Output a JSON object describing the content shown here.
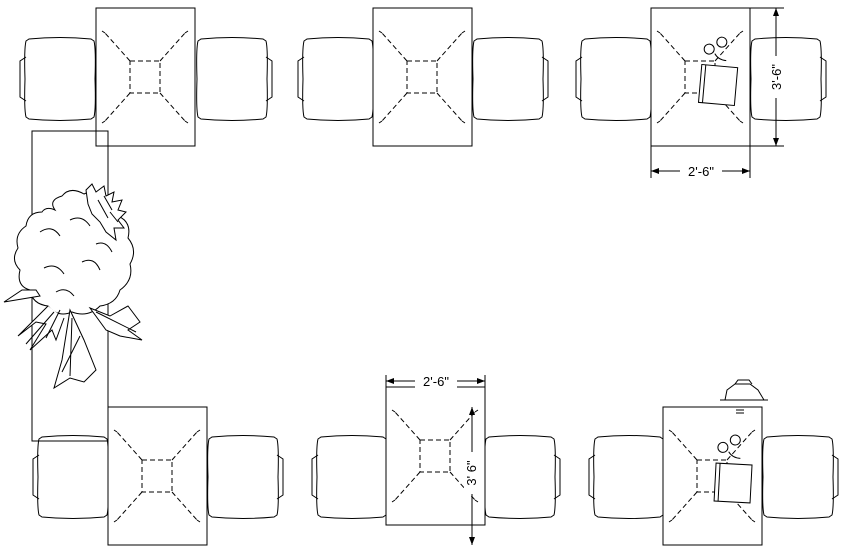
{
  "title": "",
  "dimensions": {
    "top_right_width": "2'-6\"",
    "top_right_depth": "3'-6\"",
    "bottom_middle_width": "2'-6\"",
    "bottom_middle_depth": "3' 6\""
  },
  "tables": [
    {
      "id": "top-left",
      "has_laptop": false
    },
    {
      "id": "top-middle",
      "has_laptop": false
    },
    {
      "id": "top-right",
      "has_laptop": true
    },
    {
      "id": "bottom-left",
      "has_laptop": false
    },
    {
      "id": "bottom-middle",
      "has_laptop": false
    },
    {
      "id": "bottom-right",
      "has_laptop": true
    }
  ],
  "colors": {
    "line": "#000000",
    "background": "#ffffff"
  }
}
